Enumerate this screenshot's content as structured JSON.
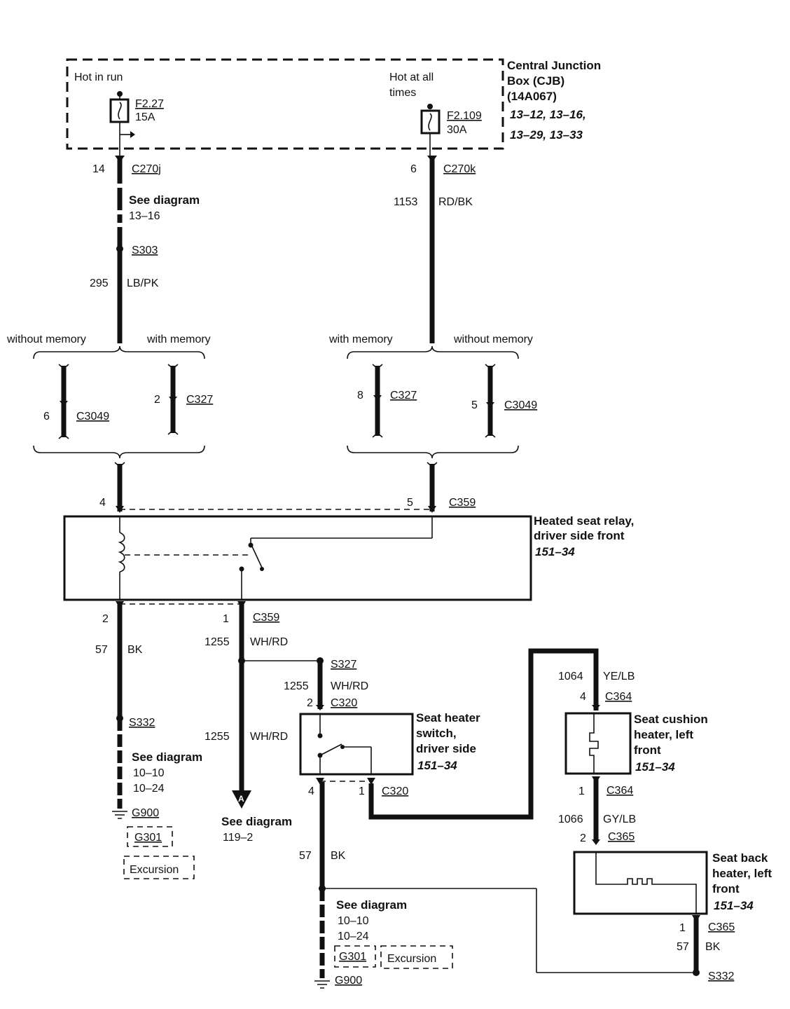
{
  "cjb": {
    "title_lines": [
      "Central Junction",
      "Box (CJB)",
      "(14A067)"
    ],
    "refs": [
      "13–12, 13–16,",
      "13–29, 13–33"
    ],
    "hot_in_run": "Hot in run",
    "hot_all_times": [
      "Hot at all",
      "times"
    ],
    "fuse_left": {
      "id": "F2.27",
      "rating": "15A"
    },
    "fuse_right": {
      "id": "F2.109",
      "rating": "30A"
    }
  },
  "left_feed": {
    "pin": "14",
    "connector": "C270j",
    "see_diagram": "See diagram",
    "see_ref": "13–16",
    "splice": "S303",
    "circuit": "295",
    "color": "LB/PK"
  },
  "right_feed": {
    "pin": "6",
    "connector": "C270k",
    "circuit": "1153",
    "color": "RD/BK"
  },
  "options_left": {
    "without_memory": "without memory",
    "with_memory": "with memory",
    "a_pin": "6",
    "a_conn": "C3049",
    "b_pin": "2",
    "b_conn": "C327"
  },
  "options_right": {
    "with_memory": "with memory",
    "without_memory": "without memory",
    "a_pin": "8",
    "a_conn": "C327",
    "b_pin": "5",
    "b_conn": "C3049"
  },
  "relay": {
    "title_lines": [
      "Heated seat relay,",
      "driver side front"
    ],
    "ref": "151–34",
    "pin_top_left": "4",
    "pin_top_right": "5",
    "conn_top": "C359",
    "pin_bot_left": "2",
    "pin_bot_right": "1",
    "conn_bot": "C359"
  },
  "ground_left": {
    "circuit": "57",
    "color": "BK",
    "splice": "S332",
    "see_diagram": "See diagram",
    "refs": [
      "10–10",
      "10–24"
    ],
    "g900": "G900",
    "g301": "G301",
    "excursion": "Excursion"
  },
  "output": {
    "circuit": "1255",
    "color": "WH/RD",
    "splice": "S327",
    "arrow_letter": "A",
    "see_diagram": "See diagram",
    "see_ref": "119–2"
  },
  "switch": {
    "circuit": "1255",
    "color": "WH/RD",
    "pin_top": "2",
    "conn_top": "C320",
    "title_lines": [
      "Seat heater",
      "switch,",
      "driver side"
    ],
    "ref": "151–34",
    "pin_b1": "4",
    "pin_b2": "1",
    "conn_bot": "C320"
  },
  "ground_center": {
    "circuit": "57",
    "color": "BK",
    "see_diagram": "See diagram",
    "refs": [
      "10–10",
      "10–24"
    ],
    "g301": "G301",
    "excursion": "Excursion",
    "g900": "G900"
  },
  "cushion": {
    "circuit_in": "1064",
    "color_in": "YE/LB",
    "pin_in": "4",
    "conn": "C364",
    "title_lines": [
      "Seat cushion",
      "heater, left",
      "front"
    ],
    "ref": "151–34",
    "pin_out": "1",
    "conn_out": "C364",
    "circuit_out": "1066",
    "color_out": "GY/LB"
  },
  "back": {
    "pin_in": "2",
    "conn_in": "C365",
    "title_lines": [
      "Seat back",
      "heater, left",
      "front"
    ],
    "ref": "151–34",
    "pin_out": "1",
    "conn_out": "C365",
    "circuit": "57",
    "color": "BK",
    "splice": "S332"
  }
}
